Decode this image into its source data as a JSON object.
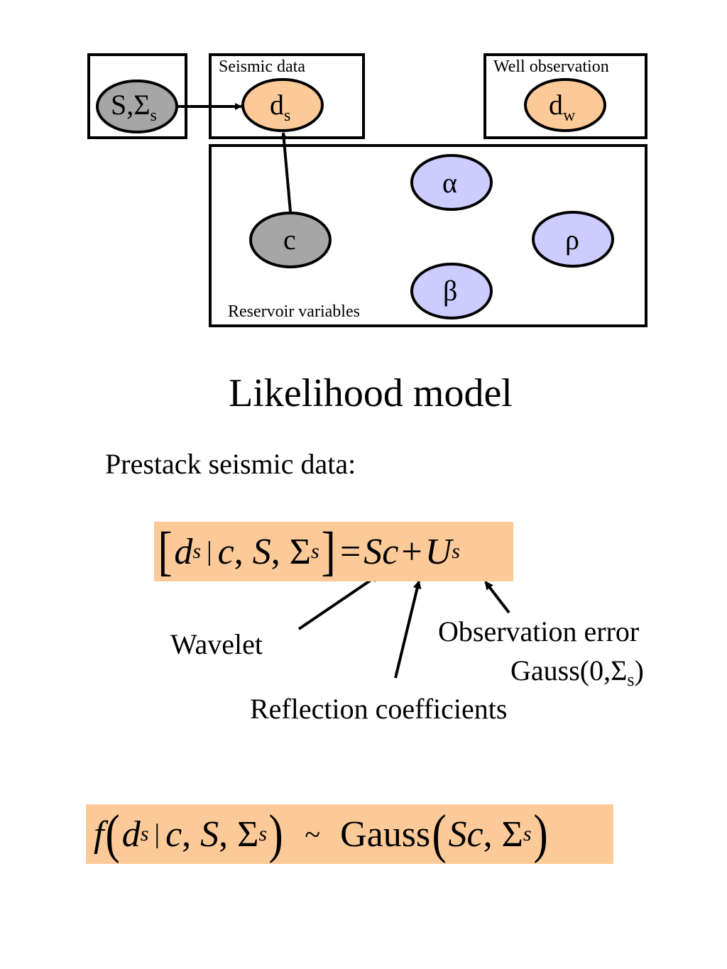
{
  "diagram": {
    "plates": {
      "seismic": "Seismic data",
      "well": "Well observation",
      "reservoir": "Reservoir variables"
    },
    "nodes": {
      "wavelet": {
        "text": "S,Σ",
        "sub": "s"
      },
      "ds": {
        "text": "d",
        "sub": "s"
      },
      "dw": {
        "text": "d",
        "sub": "w"
      },
      "c": {
        "text": "c"
      },
      "alpha": {
        "text": "α"
      },
      "beta": {
        "text": "β"
      },
      "rho": {
        "text": "ρ"
      }
    },
    "colors": {
      "observed": "#FCC999",
      "latent_gray": "#A6A6A6",
      "latent_blue": "#CCCCFF"
    }
  },
  "title": "Likelihood model",
  "subtitle": "Prestack seismic data:",
  "equation1": {
    "lhs_d": "d",
    "lhs_sub": "s",
    "sep": "|",
    "c": "c",
    "S": "S",
    "Sigma": "Σ",
    "sigma_sub": "s",
    "eq": "=",
    "rhs_Sc": "Sc",
    "plus": "+",
    "U": "U",
    "U_sub": "s"
  },
  "annotations": {
    "wavelet": "Wavelet",
    "reflection": "Reflection coefficients",
    "obs_error": "Observation error",
    "gauss_prefix": "Gauss(0,Σ",
    "gauss_sub": "s",
    "gauss_suffix": ")"
  },
  "equation2": {
    "f": "f",
    "d": "d",
    "d_sub": "s",
    "sep": "|",
    "c": "c",
    "S": "S",
    "Sigma": "Σ",
    "sigma_sub": "s",
    "tilde": "~",
    "gauss": "Gauss",
    "Sc": "Sc",
    "Sigma2": "Σ",
    "sigma2_sub": "s"
  }
}
